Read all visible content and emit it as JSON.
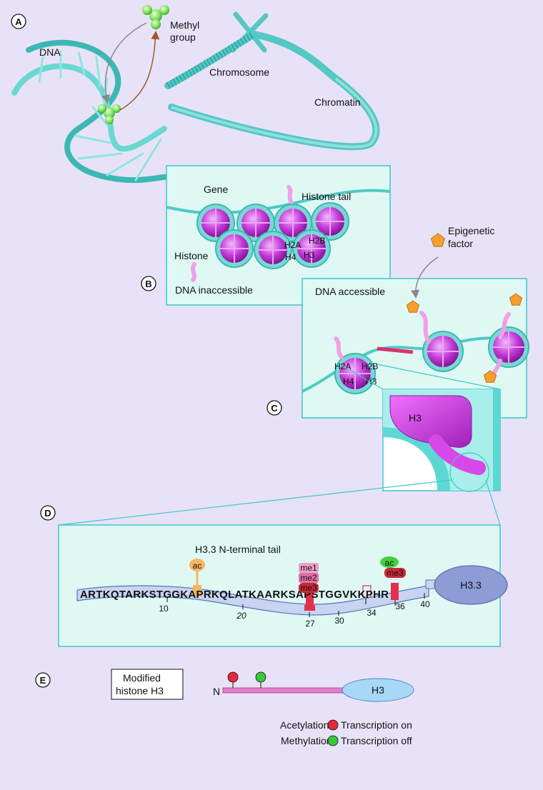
{
  "panels": {
    "a": "A",
    "b": "B",
    "c": "C",
    "d": "D",
    "e": "E"
  },
  "a": {
    "dna": "DNA",
    "methyl_line1": "Methyl",
    "methyl_line2": "group",
    "chromosome": "Chromosome",
    "chromatin": "Chromatin"
  },
  "b": {
    "gene": "Gene",
    "histone_tail": "Histone tail",
    "histone": "Histone",
    "dna_state": "DNA inaccessible",
    "subunits": {
      "h2a": "H2A",
      "h2b": "H2B",
      "h4": "H4",
      "h3": "H3"
    }
  },
  "c": {
    "factor_line1": "Epigenetic",
    "factor_line2": "factor",
    "dna_state": "DNA accessible",
    "subunits": {
      "h2a": "H2A",
      "h2b": "H2B",
      "h4": "H4",
      "h3": "H3"
    },
    "zoom_label": "H3"
  },
  "d": {
    "title": "H3.3 N-terminal tail",
    "seq1": "ARTKQTARKSTGG",
    "k14": "K",
    "seq2": "APRKQLATKAAR",
    "k27": "K",
    "seq3": "SAPSTG",
    "g34": "G",
    "seq4": "VK",
    "k36": "K",
    "seq5": "PHR",
    "pos10": "10",
    "pos20": "20",
    "pos27": "27",
    "pos30": "30",
    "pos34": "34",
    "pos36": "36",
    "pos40": "40",
    "core": "H3.3",
    "mod_ac14": "ac",
    "mod_me1": "me1",
    "mod_me2": "me2",
    "mod_me3_27": "me3",
    "mod_ac36": "ac",
    "mod_me3_36": "me3"
  },
  "e": {
    "box_line1": "Modified",
    "box_line2": "histone H3",
    "n_term": "N",
    "core": "H3",
    "acetylation": "Acetylation:",
    "acetylation_effect": "Transcription on",
    "methylation": "Methylation:",
    "methylation_effect": "Transcription off"
  },
  "colors": {
    "background": "#e8e2f8",
    "dna": "#4fc9c6",
    "histone": "#c038d8",
    "panel_fill": "#dff8f4",
    "acetyl_marker": "#e8283c",
    "methyl_marker": "#38c838",
    "factor": "#f4a030",
    "methyl_group": "#7de060"
  }
}
